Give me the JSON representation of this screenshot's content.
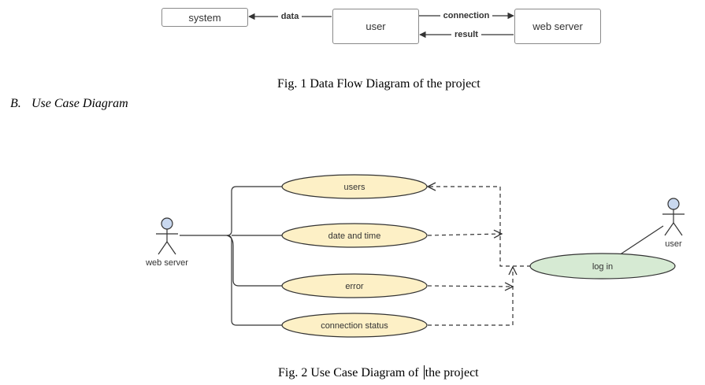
{
  "figure1": {
    "nodes": {
      "system": "system",
      "user": "user",
      "web_server": "web server"
    },
    "edges": {
      "data": "data",
      "connection": "connection",
      "result": "result"
    },
    "caption": "Fig. 1 Data Flow Diagram of the project"
  },
  "section": {
    "number": "B.",
    "title": "Use Case Diagram"
  },
  "figure2": {
    "actors": {
      "web_server": "web server",
      "user": "user"
    },
    "use_cases": {
      "users": "users",
      "date_and_time": "date and time",
      "error": "error",
      "connection_status": "connection status",
      "log_in": "log in"
    },
    "caption_part1": "Fig. 2 Use Case Diagram of ",
    "caption_part2": "the project"
  },
  "colors": {
    "use_case_fill": "#fdf0c6",
    "login_fill": "#d6ead3",
    "actor_head_fill": "#c9d8ef",
    "line": "#333333"
  }
}
